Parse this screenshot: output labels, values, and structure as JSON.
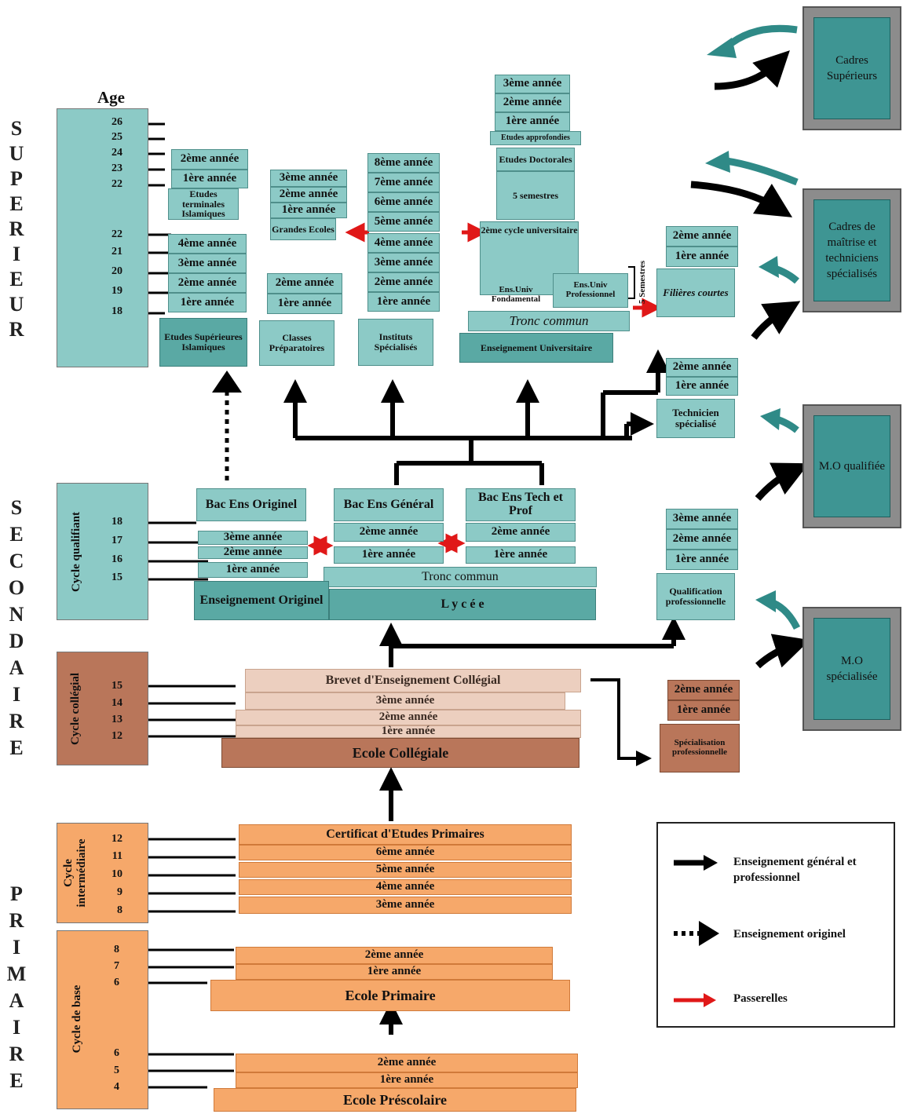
{
  "sections": {
    "superieur": [
      "S",
      "U",
      "P",
      "E",
      "R",
      "I",
      "E",
      "U",
      "R"
    ],
    "secondaire": [
      "S",
      "E",
      "C",
      "O",
      "N",
      "D",
      "A",
      "I",
      "R",
      "E"
    ],
    "primaire": [
      "P",
      "R",
      "I",
      "M",
      "A",
      "I",
      "R",
      "E"
    ]
  },
  "age_header": "Age",
  "cycles": {
    "qualifiant": "Cycle qualifiant",
    "collegial": "Cycle collégial",
    "intermediaire": "Cycle intermédiaire",
    "base": "Cycle de base"
  },
  "ages": {
    "sup_top": [
      "26",
      "25",
      "24",
      "23",
      "22"
    ],
    "sup_bottom": [
      "22",
      "21",
      "20",
      "19",
      "18"
    ],
    "qualifiant": [
      "18",
      "17",
      "16",
      "15"
    ],
    "collegial": [
      "15",
      "14",
      "13",
      "12"
    ],
    "intermediaire": [
      "12",
      "11",
      "10",
      "9",
      "8"
    ],
    "base": [
      "8",
      "7",
      "6"
    ],
    "prescolaire": [
      "6",
      "5",
      "4"
    ]
  },
  "superieur": {
    "islamiques": {
      "top_years": [
        "2ème année",
        "1ère année"
      ],
      "top_label": "Etudes terminales Islamiques",
      "years": [
        "4ème année",
        "3ème année",
        "2ème année",
        "1ère année"
      ],
      "base": "Etudes Supérieures Islamiques"
    },
    "grandes_ecoles": {
      "years": [
        "3ème année",
        "2ème année",
        "1ère année"
      ],
      "label": "Grandes Ecoles"
    },
    "classes_prep": {
      "years": [
        "2ème année",
        "1ère année"
      ],
      "base": "Classes Préparatoires"
    },
    "instituts": {
      "years": [
        "8ème année",
        "7ème année",
        "6ème année",
        "5ème année",
        "4ème année",
        "3ème année",
        "2ème année",
        "1ère année"
      ],
      "base": "Instituts Spécialisés"
    },
    "universite": {
      "approfondies_years": [
        "3ème année",
        "2ème année",
        "1ère année"
      ],
      "approfondies": "Etudes approfondies",
      "doctorales": "Etudes Doctorales",
      "semestres": "5 semestres",
      "cycle2": "2ème cycle universitaire",
      "fondamental": "Ens.Univ Fondamental",
      "professionnel": "Ens.Univ Professionnel",
      "tronc": "Tronc commun",
      "base": "Enseignement Universitaire",
      "cinq_semestres": "5 Semestres"
    },
    "filieres": {
      "years": [
        "2ème année",
        "1ère année"
      ],
      "base": "Filières courtes"
    },
    "technicien": {
      "years": [
        "2ème année",
        "1ère année"
      ],
      "base": "Technicien spécialisé"
    }
  },
  "secondaire": {
    "bac_originel": "Bac Ens Originel",
    "bac_general": "Bac Ens Général",
    "bac_tech": "Bac Ens Tech et Prof",
    "originel_years": [
      "3ème année",
      "2ème année",
      "1ère année"
    ],
    "general_years": [
      "2ème année",
      "1ère année"
    ],
    "tech_years": [
      "2ème année",
      "1ère année"
    ],
    "ens_originel": "Enseignement Originel",
    "tronc": "Tronc commun",
    "lycee": "L y c é e",
    "qualification": {
      "years": [
        "3ème année",
        "2ème année",
        "1ère année"
      ],
      "base": "Qualification professionnelle"
    },
    "brevet": "Brevet d'Enseignement Collégial",
    "college_years": [
      "3ème année",
      "2ème année",
      "1ère année"
    ],
    "ecole_collegiale": "Ecole Collégiale",
    "specialisation": {
      "years": [
        "2ème année",
        "1ère année"
      ],
      "base": "Spécialisation professionnelle"
    }
  },
  "primaire": {
    "certificat": "Certificat d'Etudes Primaires",
    "inter_years": [
      "6ème année",
      "5ème année",
      "4ème année",
      "3ème année"
    ],
    "base_years": [
      "2ème année",
      "1ère année"
    ],
    "ecole_primaire": "Ecole Primaire",
    "pre_years": [
      "2ème année",
      "1ère année"
    ],
    "prescolaire": "Ecole Préscolaire"
  },
  "outcomes": {
    "cadres_sup": "Cadres Supérieurs",
    "cadres_maitrise": "Cadres de maîtrise et techniciens spécialisés",
    "mo_qualifiee": "M.O qualifiée",
    "mo_specialisee": "M.O spécialisée"
  },
  "legend": {
    "general": "Enseignement général et professionnel",
    "originel": "Enseignement originel",
    "passerelles": "Passerelles"
  },
  "colors": {
    "teal": "#8ccac6",
    "teal_dark": "#3e9593",
    "tan": "#eccfbf",
    "brown": "#b9765a",
    "orange": "#f6a86a",
    "red": "#e01818"
  }
}
